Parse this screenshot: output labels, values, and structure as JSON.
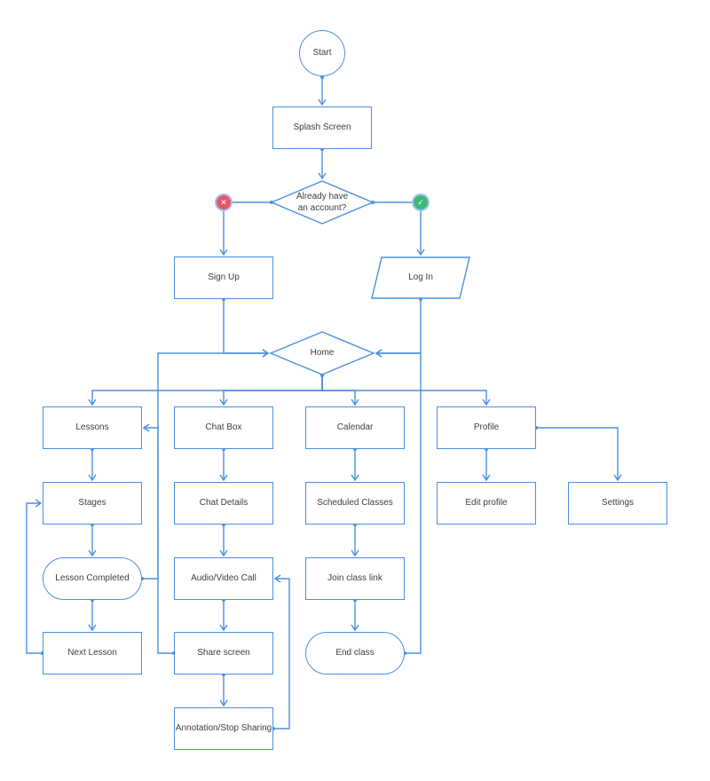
{
  "nodes": {
    "start": "Start",
    "splash": "Splash Screen",
    "decision": "Already have an account?",
    "signup": "Sign Up",
    "login": "Log In",
    "home": "Home",
    "lessons": "Lessons",
    "stages": "Stages",
    "lesson_completed": "Lesson Completed",
    "next_lesson": "Next Lesson",
    "chat_box": "Chat Box",
    "chat_details": "Chat Details",
    "av_call": "Audio/Video Call",
    "share_screen": "Share screen",
    "annotation": "Annotation/Stop Sharing",
    "calendar": "Calendar",
    "scheduled": "Scheduled Classes",
    "join_link": "Join class link",
    "end_class": "End class",
    "profile": "Profile",
    "edit_profile": "Edit profile",
    "settings": "Settings"
  },
  "badges": {
    "no_icon": "x-circle-icon",
    "yes_icon": "check-circle-icon",
    "no_glyph": "✕",
    "yes_glyph": "✓",
    "no_color": "#e8556a",
    "yes_color": "#3cb878"
  },
  "colors": {
    "stroke": "#4a90e2",
    "text": "#3d3d3d"
  }
}
